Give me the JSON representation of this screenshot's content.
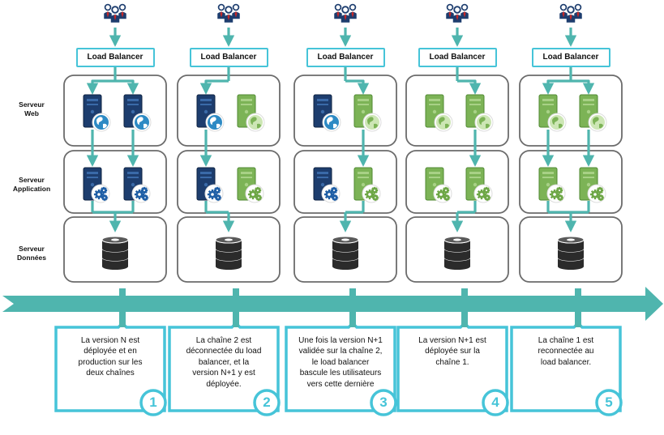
{
  "row_labels": {
    "web": [
      "Serveur",
      "Web"
    ],
    "app": [
      "Serveur",
      "Application"
    ],
    "data": [
      "Serveur",
      "Données"
    ]
  },
  "colors": {
    "teal": "#46c4d8",
    "arrow": "#4fb5ae",
    "old_server": "#1d3d6e",
    "new_server": "#6ea746",
    "panel_border": "#6b6b6b"
  },
  "icons": {
    "users": "users-icon",
    "old_web": "web-server-old-icon",
    "new_web": "web-server-new-icon",
    "old_app": "app-server-old-icon",
    "new_app": "app-server-new-icon",
    "db": "database-icon"
  },
  "columns": [
    {
      "load_balancer": "Load Balancer",
      "chain1_version": "old",
      "chain2_version": "old",
      "chain1_connected": true,
      "chain2_connected": true,
      "step": "1",
      "text": [
        "La version N est",
        "déployée et en",
        "production sur les",
        "deux chaînes"
      ]
    },
    {
      "load_balancer": "Load Balancer",
      "chain1_version": "old",
      "chain2_version": "new",
      "chain1_connected": true,
      "chain2_connected": false,
      "step": "2",
      "text": [
        "La chaîne 2 est",
        "déconnectée du load",
        "balancer, et la",
        "version N+1 y est",
        "déployée."
      ]
    },
    {
      "load_balancer": "Load Balancer",
      "chain1_version": "old",
      "chain2_version": "new",
      "chain1_connected": false,
      "chain2_connected": true,
      "step": "3",
      "text": [
        "Une fois la version N+1",
        "validée sur la chaîne 2,",
        "le load balancer",
        "bascule les utilisateurs",
        "vers cette dernière"
      ]
    },
    {
      "load_balancer": "Load Balancer",
      "chain1_version": "new",
      "chain2_version": "new",
      "chain1_connected": false,
      "chain2_connected": true,
      "step": "4",
      "text": [
        "La version N+1 est",
        "déployée sur la",
        "chaîne 1."
      ]
    },
    {
      "load_balancer": "Load Balancer",
      "chain1_version": "new",
      "chain2_version": "new",
      "chain1_connected": true,
      "chain2_connected": true,
      "step": "5",
      "text": [
        "La chaîne 1 est",
        "reconnectée au",
        "load balancer."
      ]
    }
  ]
}
